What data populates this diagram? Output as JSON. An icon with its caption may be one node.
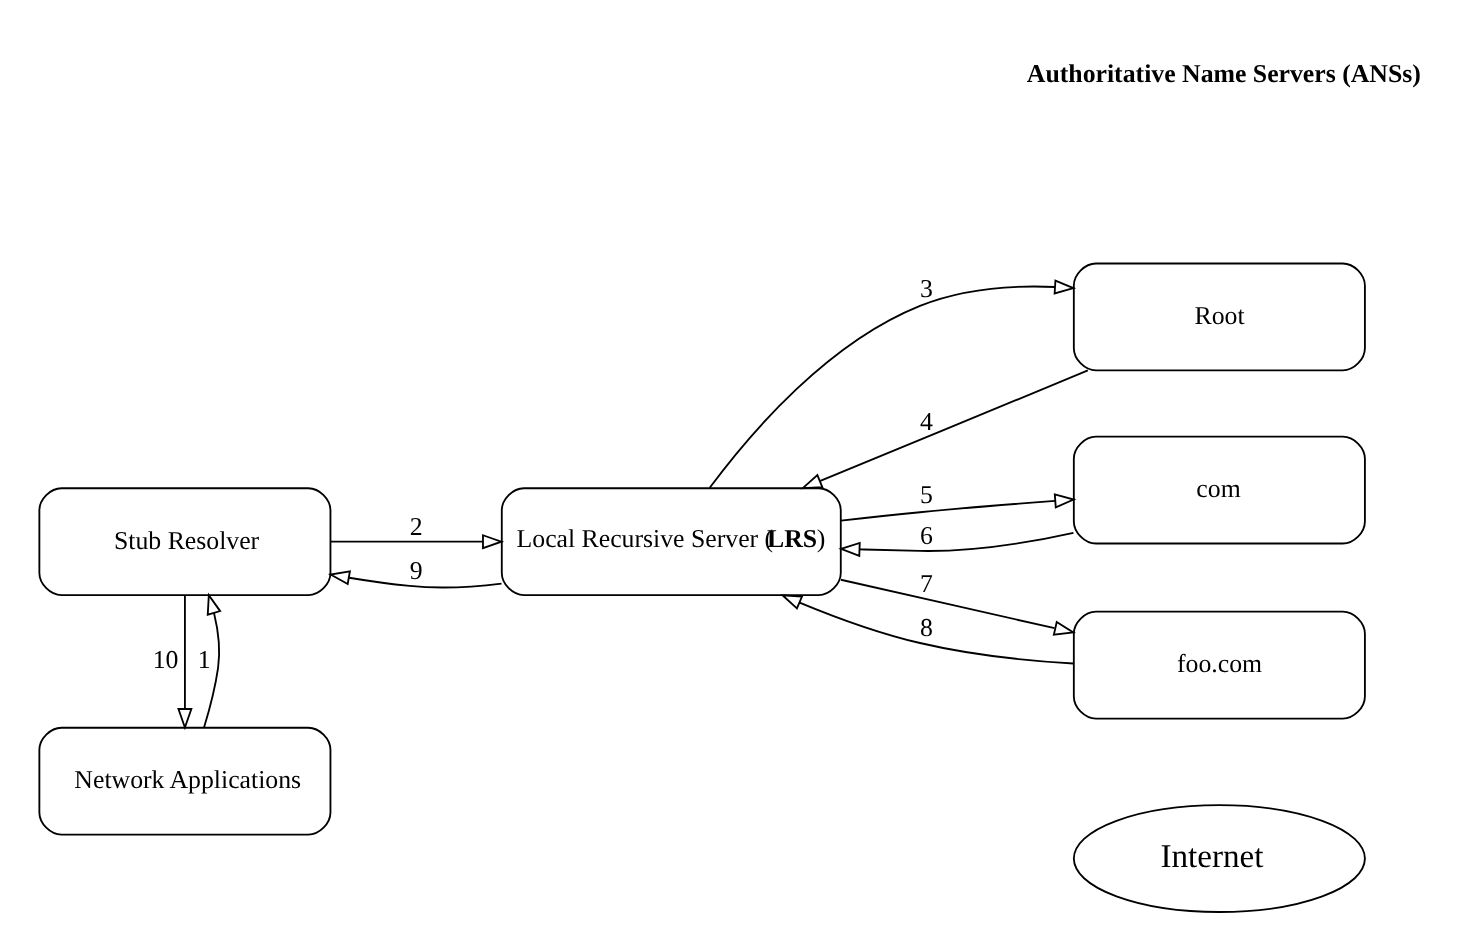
{
  "diagram": {
    "nodes": [
      {
        "text": [
          "Network Applications"
        ]
      },
      {
        "text": [
          "Stub Resolver"
        ]
      },
      {
        "text": [
          "Local Recursive Server (**LRS**)"
        ]
      },
      {
        "text": [
          "Root"
        ]
      },
      {
        "text": [
          "com"
        ]
      },
      {
        "text": [
          "foo.com"
        ]
      },
      {
        "text": [
          "Internet"
        ]
      }
    ],
    "edges": [
      {
        "from": 0,
        "to": 1,
        "arrow": "to",
        "label": "1"
      },
      {
        "from": 1,
        "to": 2,
        "arrow": "to",
        "label": "2"
      },
      {
        "from": 2,
        "to": 3,
        "arrow": "to",
        "label": "3"
      },
      {
        "from": 3,
        "to": 2,
        "arrow": "to",
        "label": "4"
      },
      {
        "from": 2,
        "to": 4,
        "arrow": "to",
        "label": "5"
      },
      {
        "from": 4,
        "to": 2,
        "arrow": "to",
        "label": "6"
      },
      {
        "from": 2,
        "to": 5,
        "arrow": "to",
        "label": "7"
      },
      {
        "from": 5,
        "to": 2,
        "arrow": "to",
        "label": "8"
      },
      {
        "from": 2,
        "to": 1,
        "arrow": "to",
        "label": "9"
      },
      {
        "from": 1,
        "to": 0,
        "arrow": "to",
        "label": "10"
      }
    ],
    "labels": [
      "Authoritative Name Servers (ANSs)"
    ]
  }
}
